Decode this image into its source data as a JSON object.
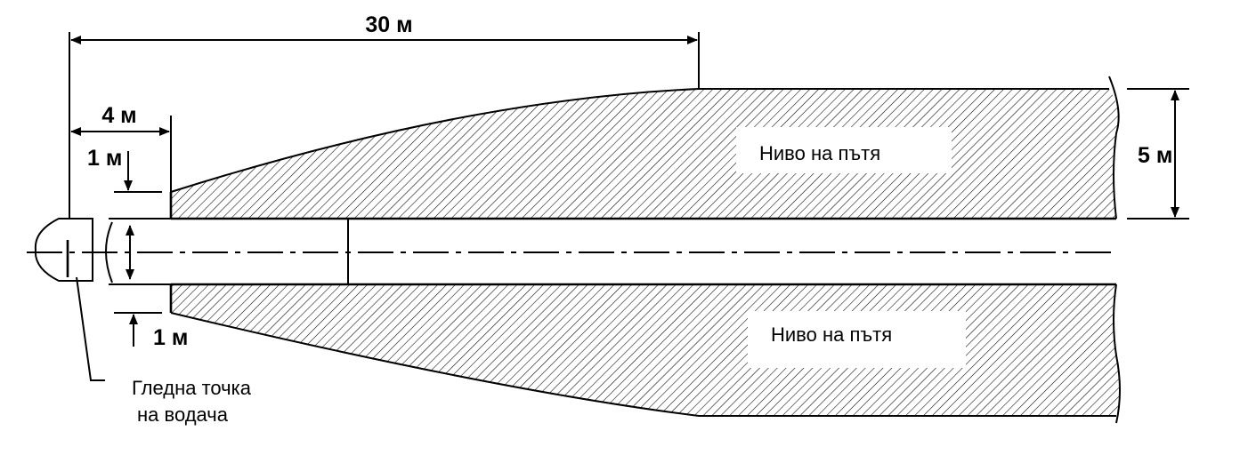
{
  "labels": {
    "dim_30": "30 м",
    "dim_4": "4 м",
    "dim_1_top": "1 м",
    "dim_1_bottom": "1 м",
    "dim_5": "5 м",
    "road_top": "Ниво на пътя",
    "road_bottom": "Ниво на пътя",
    "viewpoint_line1": "Гледна точка",
    "viewpoint_line2": "на водача"
  },
  "colors": {
    "line": "#000000",
    "hatch": "#000000",
    "background": "#ffffff"
  }
}
